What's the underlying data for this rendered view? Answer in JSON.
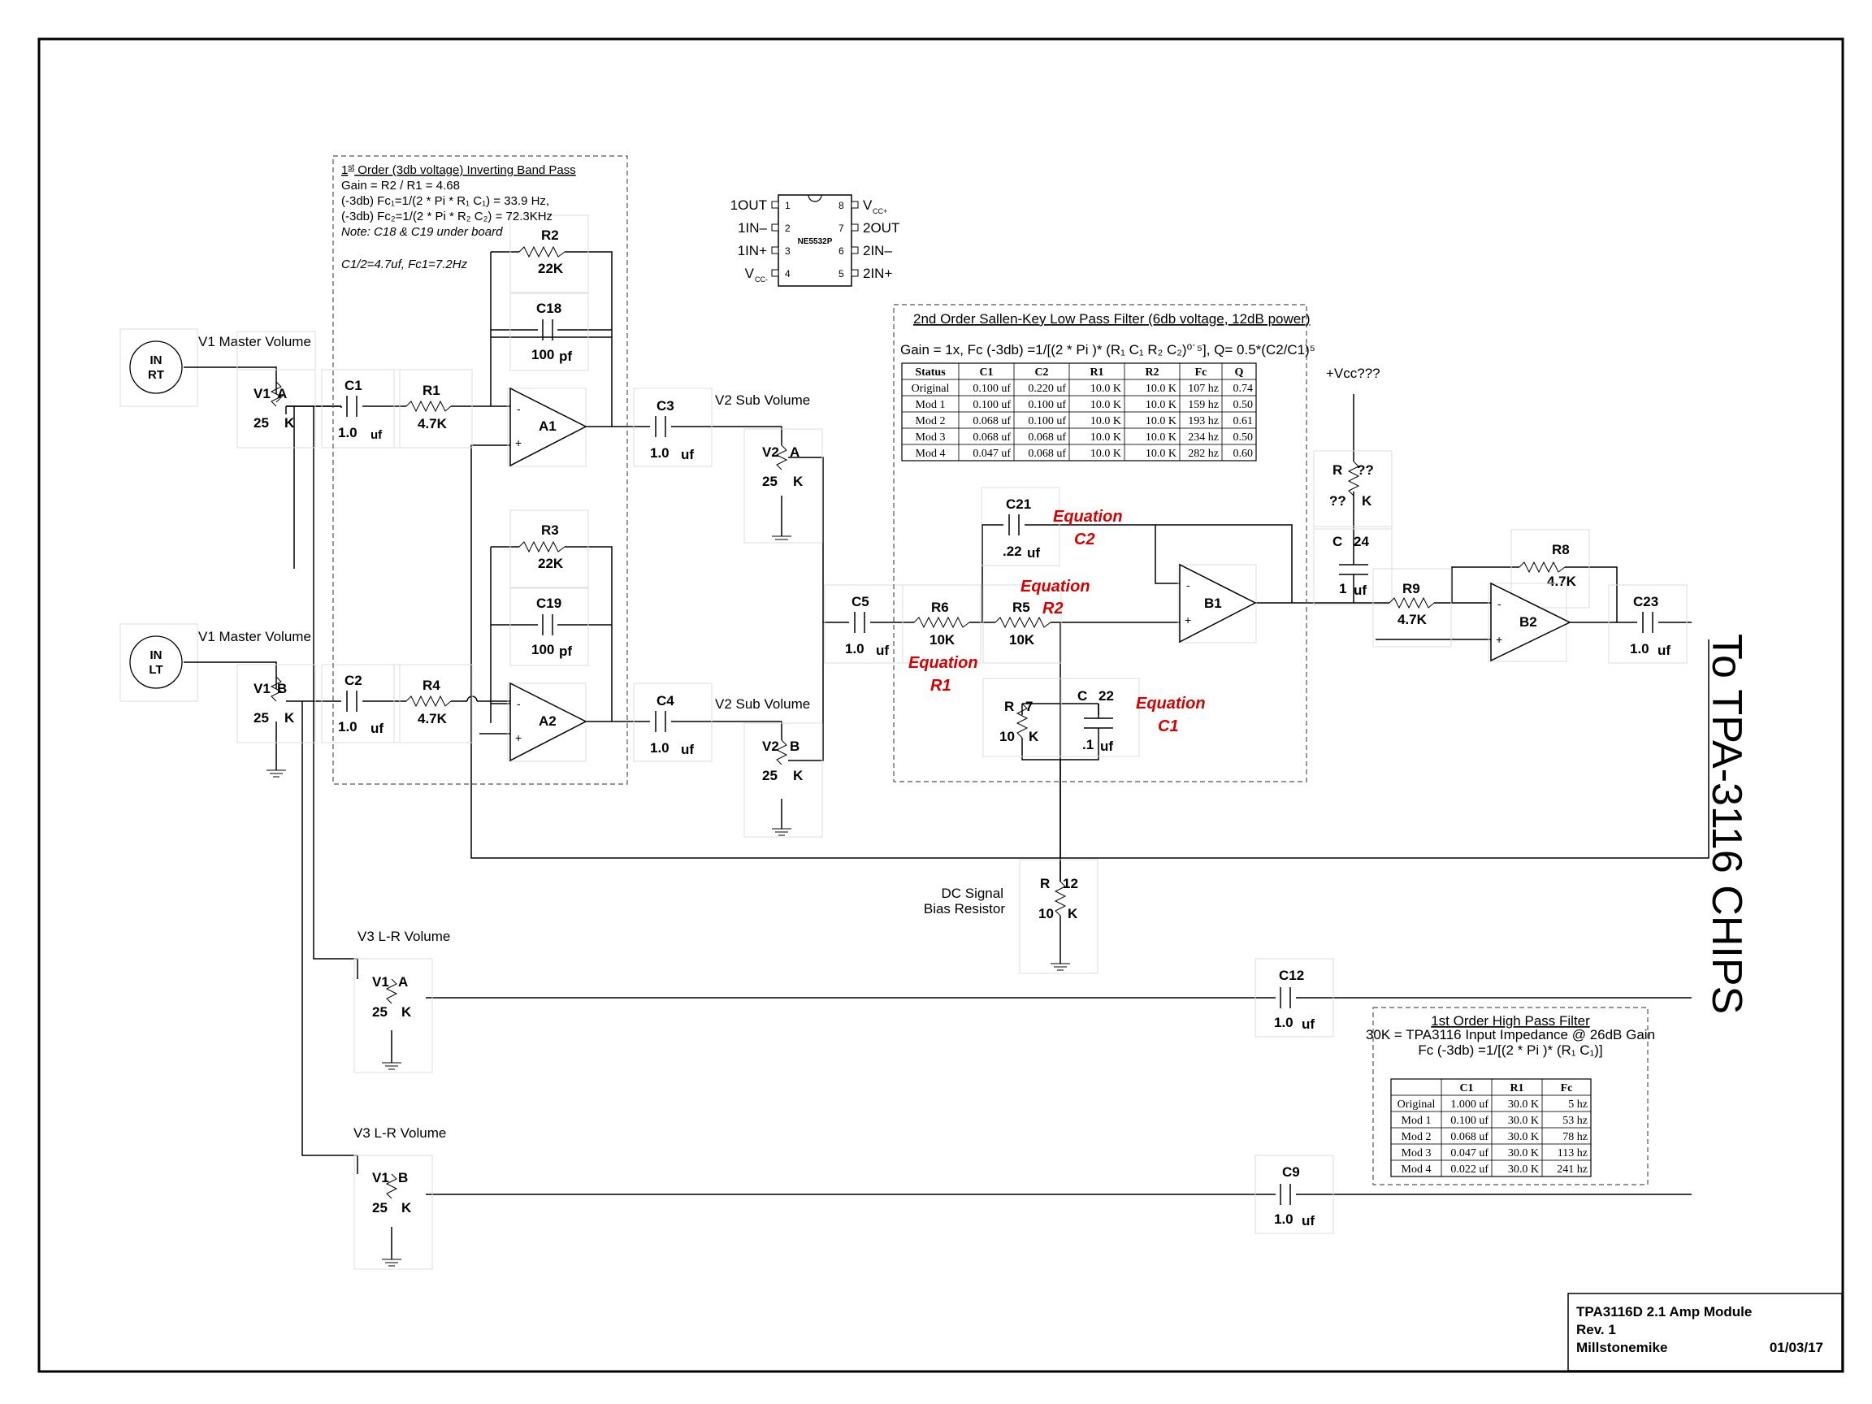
{
  "connectors": {
    "in_rt": [
      "IN",
      "RT"
    ],
    "in_lt": [
      "IN",
      "LT"
    ]
  },
  "labels": {
    "v1_master_a": "V1 Master Volume",
    "v1_master_b": "V1 Master Volume",
    "v2_sub_a": "V2 Sub Volume",
    "v2_sub_b": "V2 Sub Volume",
    "v3_lr_a": "V3 L-R Volume",
    "v3_lr_b": "V3 L-R Volume",
    "vcc": "+Vcc???",
    "dc_bias": [
      "DC Signal",
      "Bias Resistor"
    ],
    "output": "To TPA-3116 CHIPS"
  },
  "components": {
    "v1a": {
      "name": "V1",
      "sub": "A",
      "value": "25",
      "unit": "K"
    },
    "v1b": {
      "name": "V1",
      "sub": "B",
      "value": "25",
      "unit": "K"
    },
    "v2a": {
      "name": "V2",
      "sub": "A",
      "value": "25",
      "unit": "K"
    },
    "v2b": {
      "name": "V2",
      "sub": "B",
      "value": "25",
      "unit": "K"
    },
    "v3a": {
      "name": "V1",
      "sub": "A",
      "value": "25",
      "unit": "K"
    },
    "v3b": {
      "name": "V1",
      "sub": "B",
      "value": "25",
      "unit": "K"
    },
    "c1": {
      "name": "C1",
      "value": "1.0",
      "unit": "uf"
    },
    "c2": {
      "name": "C2",
      "value": "1.0",
      "unit": "uf"
    },
    "c3": {
      "name": "C3",
      "value": "1.0",
      "unit": "uf"
    },
    "c4": {
      "name": "C4",
      "value": "1.0",
      "unit": "uf"
    },
    "c5": {
      "name": "C5",
      "value": "1.0",
      "unit": "uf"
    },
    "c9": {
      "name": "C9",
      "value": "1.0",
      "unit": "uf"
    },
    "c12": {
      "name": "C12",
      "value": "1.0",
      "unit": "uf"
    },
    "c18": {
      "name": "C18",
      "value": "100",
      "unit": "pf"
    },
    "c19": {
      "name": "C19",
      "value": "100",
      "unit": "pf"
    },
    "c21": {
      "name": "C21",
      "value": ".22",
      "unit": "uf"
    },
    "c22": {
      "name": "C",
      "name2": "22",
      "value": ".1",
      "unit": "uf"
    },
    "c23": {
      "name": "C23",
      "value": "1.0",
      "unit": "uf"
    },
    "c24": {
      "name": "C",
      "name2": "24",
      "value": "1",
      "unit": "uf"
    },
    "r1": {
      "name": "R1",
      "value": "4.7K"
    },
    "r2": {
      "name": "R2",
      "value": "22K"
    },
    "r3": {
      "name": "R3",
      "value": "22K"
    },
    "r4": {
      "name": "R4",
      "value": "4.7K"
    },
    "r5": {
      "name": "R5",
      "value": "10K"
    },
    "r6": {
      "name": "R6",
      "value": "10K"
    },
    "r7": {
      "name": "R",
      "name2": "7",
      "value": "10",
      "unit": "K"
    },
    "r8": {
      "name": "R8",
      "value": "4.7K"
    },
    "r9": {
      "name": "R9",
      "value": "4.7K"
    },
    "r12": {
      "name": "R",
      "name2": "12",
      "value": "10",
      "unit": "K"
    },
    "rvcc": {
      "name": "R",
      "name2": "??",
      "value": "??",
      "unit": "K"
    }
  },
  "opamps": {
    "a1": "A1",
    "a2": "A2",
    "b1": "B1",
    "b2": "B2"
  },
  "equations": {
    "c2": [
      "Equation",
      "C2"
    ],
    "r2": [
      "Equation",
      "R2"
    ],
    "r1": [
      "Equation",
      "R1"
    ],
    "c1": [
      "Equation",
      "C1"
    ]
  },
  "chip": {
    "part": "NE5532P",
    "left_pins": [
      {
        "num": "1",
        "label": "1OUT"
      },
      {
        "num": "2",
        "label": "1IN–"
      },
      {
        "num": "3",
        "label": "1IN+"
      },
      {
        "num": "4",
        "label": "V",
        "sub": "CC-"
      }
    ],
    "right_pins": [
      {
        "num": "8",
        "label": "V",
        "sub": "CC+"
      },
      {
        "num": "7",
        "label": "2OUT"
      },
      {
        "num": "6",
        "label": "2IN–"
      },
      {
        "num": "5",
        "label": "2IN+"
      }
    ]
  },
  "bandpass_note": {
    "title_sup": "st",
    "title_pre": "1",
    "title": " Order (3db voltage) Inverting  Band Pass",
    "gain": "Gain = R2 / R1 = 4.68",
    "fc1": "(-3db) Fc₁=1/(2 * Pi * R₁ C₁) = 33.9 Hz,",
    "fc2": "(-3db) Fc₂=1/(2 * Pi * R₂ C₂) =  72.3KHz",
    "note": "Note: C18 & C19 under board",
    "alt": "C1/2=4.7uf, Fc1=7.2Hz"
  },
  "sallen_key": {
    "title": "2nd Order Sallen-Key Low Pass Filter (6db voltage, 12dB power)",
    "formula": "Gain = 1x, Fc (-3db) =1/[(2 * Pi )* (R₁ C₁ R₂ C₂)⁰˙⁵], Q= 0.5*(C2/C1)⁵",
    "headers": [
      "Status",
      "C1",
      "C2",
      "R1",
      "R2",
      "Fc",
      "Q"
    ],
    "rows": [
      [
        "Original",
        "0.100 uf",
        "0.220 uf",
        "10.0 K",
        "10.0 K",
        "107 hz",
        "0.74"
      ],
      [
        "Mod 1",
        "0.100 uf",
        "0.100 uf",
        "10.0 K",
        "10.0 K",
        "159 hz",
        "0.50"
      ],
      [
        "Mod 2",
        "0.068 uf",
        "0.100 uf",
        "10.0 K",
        "10.0 K",
        "193 hz",
        "0.61"
      ],
      [
        "Mod 3",
        "0.068 uf",
        "0.068 uf",
        "10.0 K",
        "10.0 K",
        "234 hz",
        "0.50"
      ],
      [
        "Mod 4",
        "0.047 uf",
        "0.068 uf",
        "10.0 K",
        "10.0 K",
        "282 hz",
        "0.60"
      ]
    ]
  },
  "highpass": {
    "title": "1st Order High Pass Filter",
    "line1": "30K = TPA3116 Input Impedance @ 26dB Gain",
    "line2": "Fc (-3db) =1/[(2 * Pi )* (R₁ C₁)]",
    "headers": [
      "",
      "C1",
      "R1",
      "Fc"
    ],
    "rows": [
      [
        "Original",
        "1.000 uf",
        "30.0 K",
        "5 hz"
      ],
      [
        "Mod 1",
        "0.100 uf",
        "30.0 K",
        "53 hz"
      ],
      [
        "Mod 2",
        "0.068 uf",
        "30.0 K",
        "78 hz"
      ],
      [
        "Mod 3",
        "0.047 uf",
        "30.0 K",
        "113 hz"
      ],
      [
        "Mod 4",
        "0.022 uf",
        "30.0 K",
        "241 hz"
      ]
    ]
  },
  "title_block": {
    "line1": "TPA3116D 2.1 Amp Module",
    "line2": "Rev. 1",
    "author": "Millstonemike",
    "date": "01/03/17"
  }
}
